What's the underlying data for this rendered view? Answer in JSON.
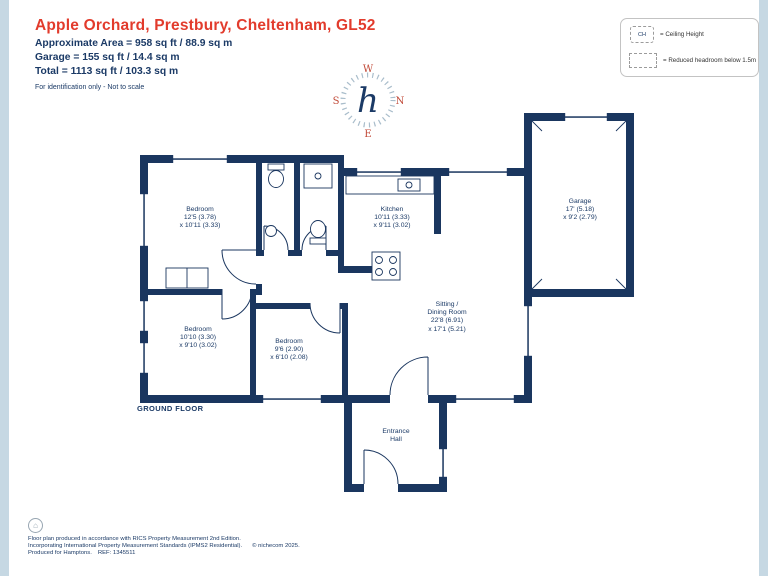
{
  "colors": {
    "accent_red": "#e23b2c",
    "navy_text": "#1b3a66",
    "wall_navy": "#1a365f",
    "edge_bar_blue": "#c6d8e3"
  },
  "header": {
    "title": "Apple Orchard, Prestbury, Cheltenham, GL52",
    "area_lines": [
      "Approximate Area = 958 sq ft / 88.9 sq m",
      "Garage = 155 sq ft / 14.4 sq m",
      "Total = 1113 sq ft / 103.3 sq m"
    ],
    "disclaimer": "For identification only - Not to scale"
  },
  "compass": {
    "w": "W",
    "n": "N",
    "s": "S",
    "e": "E",
    "monogram": "h"
  },
  "legend": {
    "ceiling_symbol": "CH",
    "ceiling_label": "= Ceiling Height",
    "headroom_label": "= Reduced headroom below 1.5m"
  },
  "floorplan": {
    "floor_label": "GROUND FLOOR",
    "rooms": [
      {
        "name": "Bedroom",
        "dim1": "12'5 (3.78)",
        "dim2": "x 10'11 (3.33)"
      },
      {
        "name": "Kitchen",
        "dim1": "10'11 (3.33)",
        "dim2": "x 9'11 (3.02)"
      },
      {
        "name": "Garage",
        "dim1": "17' (5.18)",
        "dim2": "x 9'2 (2.79)"
      },
      {
        "name": "Bedroom",
        "dim1": "10'10 (3.30)",
        "dim2": "x 9'10 (3.02)"
      },
      {
        "name": "Bedroom",
        "dim1": "9'6 (2.90)",
        "dim2": "x 6'10 (2.08)"
      },
      {
        "name": "Sitting /",
        "name2": "Dining Room",
        "dim1": "22'8 (6.91)",
        "dim2": "x 17'1 (5.21)"
      },
      {
        "name": "Entrance",
        "name2": "Hall"
      }
    ]
  },
  "footer": {
    "line1": "Floor plan produced in accordance with RICS Property Measurement 2nd Edition.",
    "line2": "Incorporating International Property Measurement Standards (IPMS2 Residential).",
    "copyright": "© nichecom 2025.",
    "line3": "Produced for Hamptons.",
    "ref": "REF: 1345511"
  }
}
